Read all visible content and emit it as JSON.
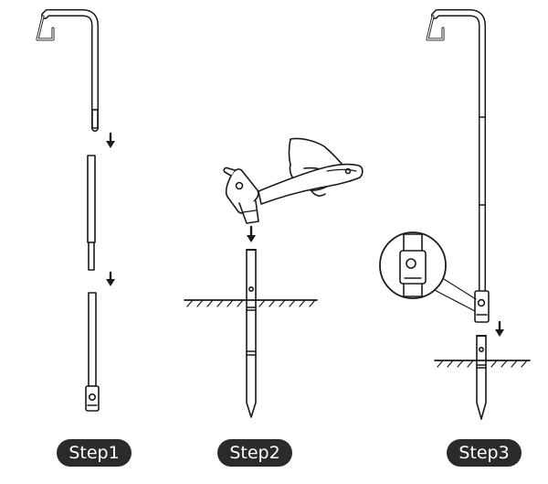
{
  "steps": [
    {
      "label": "Step1"
    },
    {
      "label": "Step2"
    },
    {
      "label": "Step3"
    }
  ],
  "colors": {
    "pill": "#2b2b2b",
    "stroke": "#1a1a1a",
    "fill": "#ffffff"
  },
  "icons": [
    "down-arrow-icon",
    "hammer-icon",
    "hand-icon",
    "magnifier-callout-icon",
    "ground-hatch-icon"
  ]
}
